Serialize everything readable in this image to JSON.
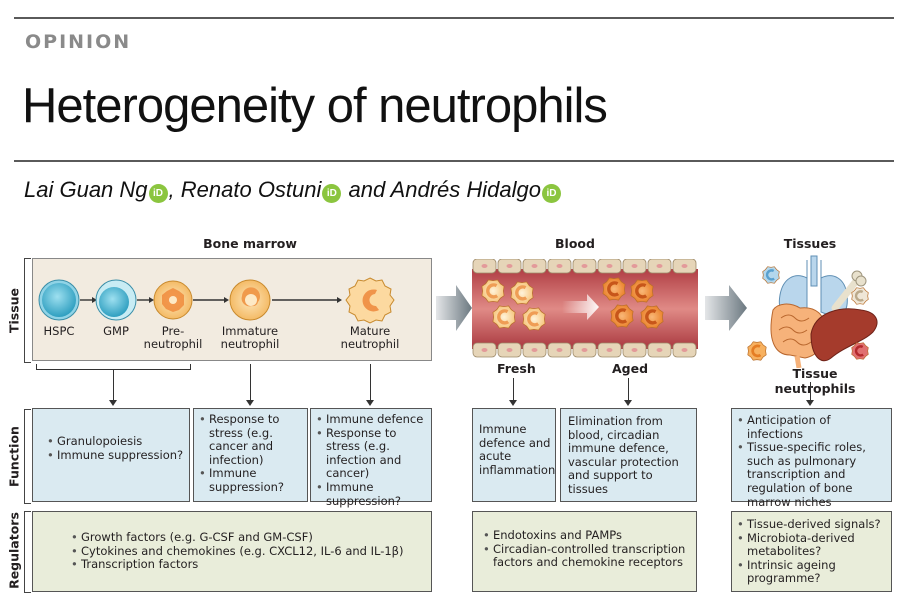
{
  "header": {
    "kicker": "OPINION",
    "title": "Heterogeneity of neutrophils",
    "authors": [
      {
        "name": "Lai Guan Ng",
        "sep": ", "
      },
      {
        "name": "Renato Ostuni",
        "sep": " and "
      },
      {
        "name": "Andrés Hidalgo",
        "sep": ""
      }
    ],
    "orcid_label": "iD"
  },
  "figure": {
    "row_labels": {
      "tissue": "Tissue",
      "function": "Function",
      "regulators": "Regulators"
    },
    "sections": {
      "bone_marrow": "Bone marrow",
      "blood": "Blood",
      "tissues": "Tissues"
    },
    "bone_marrow": {
      "cells": [
        {
          "label": "HSPC",
          "type": "progenitor"
        },
        {
          "label": "GMP",
          "type": "progenitor"
        },
        {
          "label": "Pre-\nneutrophil",
          "label_l1": "Pre-",
          "label_l2": "neutrophil",
          "type": "pre"
        },
        {
          "label_l1": "Immature",
          "label_l2": "neutrophil",
          "type": "immature"
        },
        {
          "label_l1": "Mature",
          "label_l2": "neutrophil",
          "type": "mature"
        }
      ],
      "functions": [
        {
          "items": [
            "Granulopoiesis",
            "Immune suppression?"
          ]
        },
        {
          "items": [
            "Response to stress (e.g. cancer and infection)",
            "Immune suppression?"
          ]
        },
        {
          "items": [
            "Immune defence",
            "Response to stress (e.g. infection and cancer)",
            "Immune suppression?"
          ]
        }
      ],
      "regulators": [
        "Growth factors (e.g. G-CSF and GM-CSF)",
        "Cytokines and chemokines (e.g. CXCL12, IL-6 and IL-1β)",
        "Transcription factors"
      ]
    },
    "blood": {
      "states": {
        "fresh": "Fresh",
        "aged": "Aged"
      },
      "functions": {
        "fresh": "Immune defence and acute inflammation",
        "aged": "Elimination from blood, circadian immune defence, vascular protection and support to tissues"
      },
      "regulators": [
        "Endotoxins and PAMPs",
        "Circadian-controlled transcription factors and chemokine receptors"
      ]
    },
    "tissues": {
      "caption": "Tissue neutrophils",
      "organs": [
        "lungs",
        "bone",
        "intestine",
        "liver"
      ],
      "functions": [
        "Anticipation of infections",
        "Tissue-specific roles, such as pulmonary transcription and regulation of bone marrow niches"
      ],
      "regulators": [
        "Tissue-derived signals?",
        "Microbiota-derived metabolites?",
        "Intrinsic ageing programme?"
      ]
    },
    "colors": {
      "marrow_bg": "#f2ebe0",
      "function_bg": "#daeaf1",
      "regulator_bg": "#e9edda",
      "progenitor": "#4fb3cf",
      "neutrophil": "#f5b95a",
      "aged_neutrophil": "#ef8a2e",
      "vessel": "#b8464a",
      "orcid": "#8bc53f"
    }
  }
}
